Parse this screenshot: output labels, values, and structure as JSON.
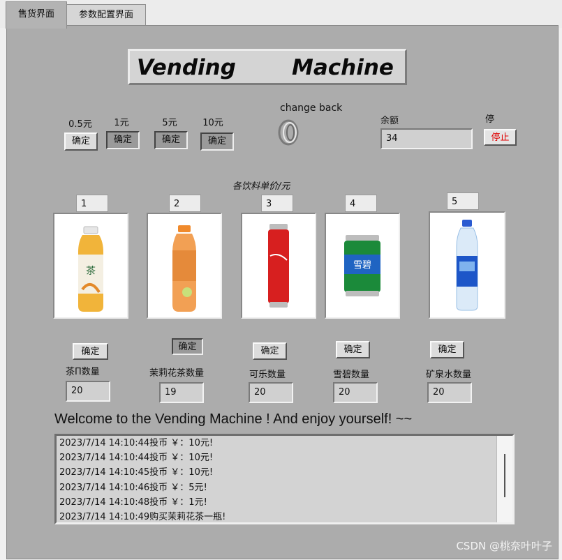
{
  "tabs": [
    {
      "label": "售货界面",
      "active": true
    },
    {
      "label": "参数配置界面",
      "active": false
    }
  ],
  "title": {
    "left_word": "Vending",
    "right_word": "Machine"
  },
  "coins": [
    {
      "label": "0.5元",
      "button": "确定"
    },
    {
      "label": "1元",
      "button": "确定"
    },
    {
      "label": "5元",
      "button": "确定"
    },
    {
      "label": "10元",
      "button": "确定"
    }
  ],
  "change_back": {
    "label": "change back"
  },
  "balance": {
    "label": "余额",
    "value": "34"
  },
  "stop": {
    "label": "停",
    "button": "停止",
    "button_color": "#e00000"
  },
  "prices_caption": "各饮料单价/元",
  "drinks": [
    {
      "price": "1",
      "button": "确定",
      "qty_label": "茶П数量",
      "qty": "20",
      "icon": "tea-bottle-icon"
    },
    {
      "price": "2",
      "button": "确定",
      "qty_label": "茉莉花茶数量",
      "qty": "19",
      "icon": "jasmine-tea-bottle-icon"
    },
    {
      "price": "3",
      "button": "确定",
      "qty_label": "可乐数量",
      "qty": "20",
      "icon": "cola-can-icon"
    },
    {
      "price": "4",
      "button": "确定",
      "qty_label": "雪碧数量",
      "qty": "20",
      "icon": "sprite-can-icon"
    },
    {
      "price": "5",
      "button": "确定",
      "qty_label": "矿泉水数量",
      "qty": "20",
      "icon": "water-bottle-icon"
    }
  ],
  "welcome": "Welcome to the Vending Machine ! And enjoy yourself! ~~",
  "log": [
    "2023/7/14 14:10:44投币 ￥：10元!",
    "2023/7/14 14:10:44投币 ￥：10元!",
    "2023/7/14 14:10:45投币 ￥：10元!",
    "2023/7/14 14:10:46投币 ￥：5元!",
    "2023/7/14 14:10:48投币 ￥：1元!",
    "2023/7/14 14:10:49购买茉莉花茶一瓶!"
  ],
  "watermark": "CSDN @桃奈叶叶子"
}
